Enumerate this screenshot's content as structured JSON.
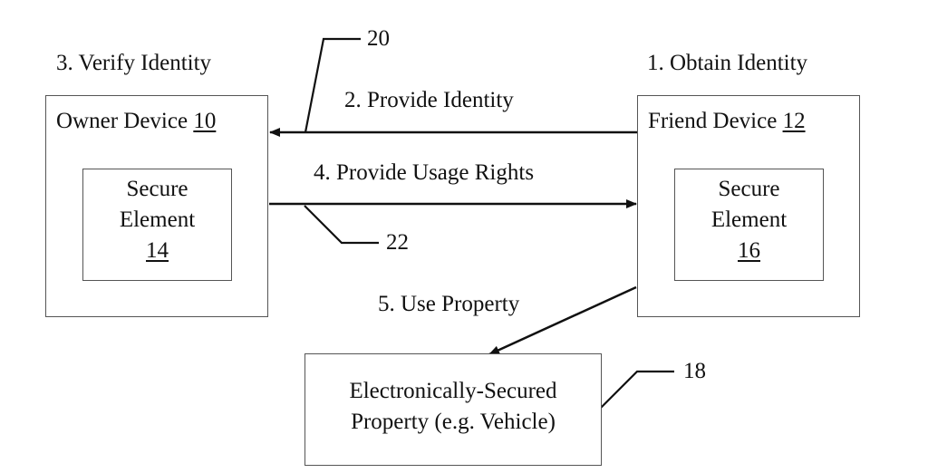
{
  "diagram": {
    "steps": {
      "obtain_identity": "1. Obtain Identity",
      "provide_identity": "2. Provide Identity",
      "verify_identity": "3. Verify Identity",
      "provide_usage_rights": "4. Provide Usage Rights",
      "use_property": "5.  Use Property"
    },
    "owner_device": {
      "label": "Owner Device ",
      "ref": "10"
    },
    "friend_device": {
      "label": "Friend Device ",
      "ref": "12"
    },
    "owner_secure_element": {
      "line1": "Secure",
      "line2": "Element",
      "ref": "14"
    },
    "friend_secure_element": {
      "line1": "Secure",
      "line2": "Element",
      "ref": "16"
    },
    "property": {
      "line1": "Electronically-Secured",
      "line2": "Property (e.g. Vehicle)"
    },
    "callouts": {
      "property_ref": "18",
      "provide_identity_ref": "20",
      "usage_rights_ref": "22"
    }
  }
}
